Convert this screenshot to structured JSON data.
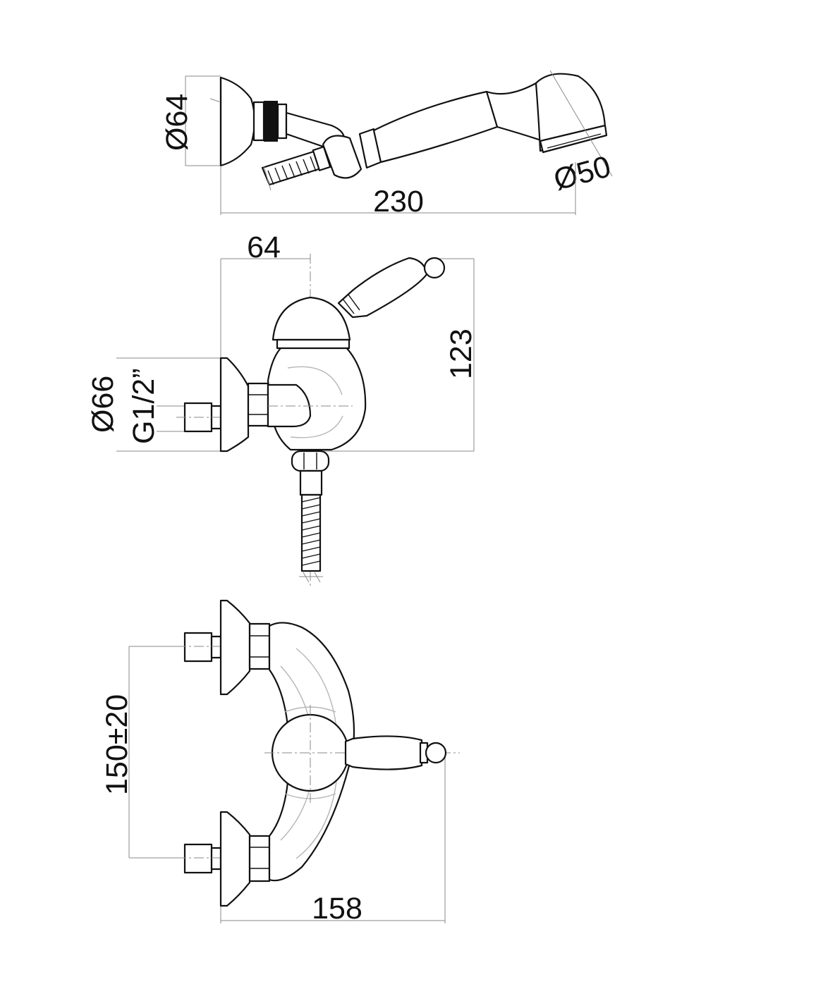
{
  "views": {
    "hand_shower": {
      "diameter_holder": "Ø64",
      "diameter_head": "Ø50",
      "length": "230"
    },
    "side_view": {
      "depth": "64",
      "height": "123",
      "flange_diameter": "Ø66",
      "thread": "G1/2”"
    },
    "front_view": {
      "centers": "150±20",
      "width": "158"
    }
  }
}
